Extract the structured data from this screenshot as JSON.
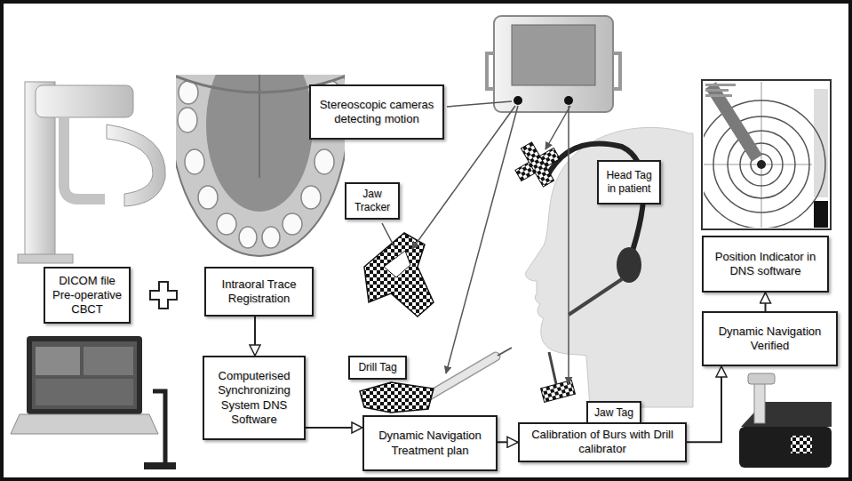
{
  "diagram": {
    "nodes": [
      {
        "text": [
          "Stereoscopic cameras detecting motion"
        ]
      },
      {
        "text": [
          "Head Tag in patient"
        ]
      },
      {
        "text": [
          "Jaw Tracker"
        ]
      },
      {
        "text": [
          "Position Indicator in DNS software"
        ]
      },
      {
        "text": [
          "DICOM file Pre-operative CBCT"
        ]
      },
      {
        "text": [
          "Intraoral Trace Registration"
        ]
      },
      {
        "text": [
          "Dynamic Navigation Verified"
        ]
      },
      {
        "text": [
          "Drill Tag"
        ]
      },
      {
        "text": [
          "Computerised Synchronizing System DNS Software"
        ]
      },
      {
        "text": [
          "Jaw Tag"
        ]
      },
      {
        "text": [
          "Dynamic Navigation Treatment plan"
        ]
      },
      {
        "text": [
          "Calibration of Burs with Drill calibrator"
        ]
      }
    ],
    "edges": [
      {
        "from": 5,
        "to": 8,
        "arrow": "to"
      },
      {
        "from": 8,
        "to": 10,
        "arrow": "to"
      },
      {
        "from": 10,
        "to": 11,
        "arrow": "to"
      },
      {
        "from": 11,
        "to": 6,
        "arrow": "to"
      },
      {
        "from": 6,
        "to": 3,
        "arrow": "to"
      }
    ]
  }
}
